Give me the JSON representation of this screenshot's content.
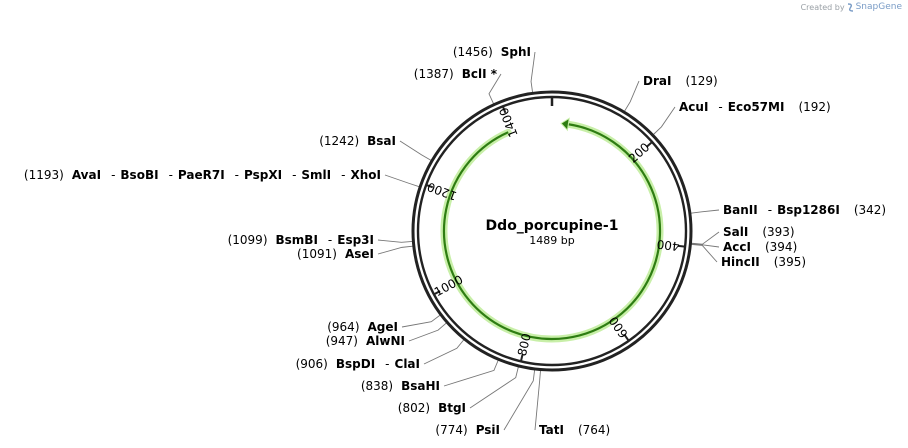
{
  "watermark": {
    "prefix": "Created by",
    "brand": "SnapGene"
  },
  "plasmid": {
    "name": "Ddo_porcupine-1",
    "length_label": "1489 bp",
    "length": 1489
  },
  "colors": {
    "backbone": "#222222",
    "feature_fill": "#2e7d12",
    "feature_halo": "#c8efa8",
    "leader": "#777777"
  },
  "ticks": [
    {
      "pos": 200,
      "label": "200"
    },
    {
      "pos": 400,
      "label": "400"
    },
    {
      "pos": 600,
      "label": "600"
    },
    {
      "pos": 800,
      "label": "800"
    },
    {
      "pos": 1000,
      "label": "1000"
    },
    {
      "pos": 1200,
      "label": "1200"
    },
    {
      "pos": 1400,
      "label": "1400"
    }
  ],
  "feature": {
    "start": 20,
    "end": 1390,
    "direction": "reverse"
  },
  "sites": [
    {
      "site": 1456,
      "enzymes": [
        "SphI"
      ],
      "pos_label": "(1456)",
      "side": "left"
    },
    {
      "site": 1387,
      "enzymes": [
        "BclI *"
      ],
      "pos_label": "(1387)",
      "side": "left"
    },
    {
      "site": 1242,
      "enzymes": [
        "BsaI"
      ],
      "pos_label": "(1242)",
      "side": "left"
    },
    {
      "site": 1193,
      "enzymes": [
        "AvaI",
        "BsoBI",
        "PaeR7I",
        "PspXI",
        "SmlI",
        "XhoI"
      ],
      "pos_label": "(1193)",
      "side": "left"
    },
    {
      "site": 1099,
      "enzymes": [
        "BsmBI",
        "Esp3I"
      ],
      "pos_label": "(1099)",
      "side": "left"
    },
    {
      "site": 1091,
      "enzymes": [
        "AseI"
      ],
      "pos_label": "(1091)",
      "side": "left"
    },
    {
      "site": 964,
      "enzymes": [
        "AgeI"
      ],
      "pos_label": "(964)",
      "side": "left"
    },
    {
      "site": 947,
      "enzymes": [
        "AlwNI"
      ],
      "pos_label": "(947)",
      "side": "left"
    },
    {
      "site": 906,
      "enzymes": [
        "BspDI",
        "ClaI"
      ],
      "pos_label": "(906)",
      "side": "left"
    },
    {
      "site": 838,
      "enzymes": [
        "BsaHI"
      ],
      "pos_label": "(838)",
      "side": "left"
    },
    {
      "site": 802,
      "enzymes": [
        "BtgI"
      ],
      "pos_label": "(802)",
      "side": "left"
    },
    {
      "site": 774,
      "enzymes": [
        "PsiI"
      ],
      "pos_label": "(774)",
      "side": "left"
    },
    {
      "site": 764,
      "enzymes": [
        "TatI"
      ],
      "pos_label": "(764)",
      "side": "right"
    },
    {
      "site": 129,
      "enzymes": [
        "DraI"
      ],
      "pos_label": "(129)",
      "side": "right"
    },
    {
      "site": 192,
      "enzymes": [
        "AcuI",
        "Eco57MI"
      ],
      "pos_label": "(192)",
      "side": "right"
    },
    {
      "site": 342,
      "enzymes": [
        "BanII",
        "Bsp1286I"
      ],
      "pos_label": "(342)",
      "side": "right"
    },
    {
      "site": 393,
      "enzymes": [
        "SalI"
      ],
      "pos_label": "(393)",
      "side": "right"
    },
    {
      "site": 394,
      "enzymes": [
        "AccI"
      ],
      "pos_label": "(394)",
      "side": "right"
    },
    {
      "site": 395,
      "enzymes": [
        "HincII"
      ],
      "pos_label": "(395)",
      "side": "right"
    }
  ]
}
